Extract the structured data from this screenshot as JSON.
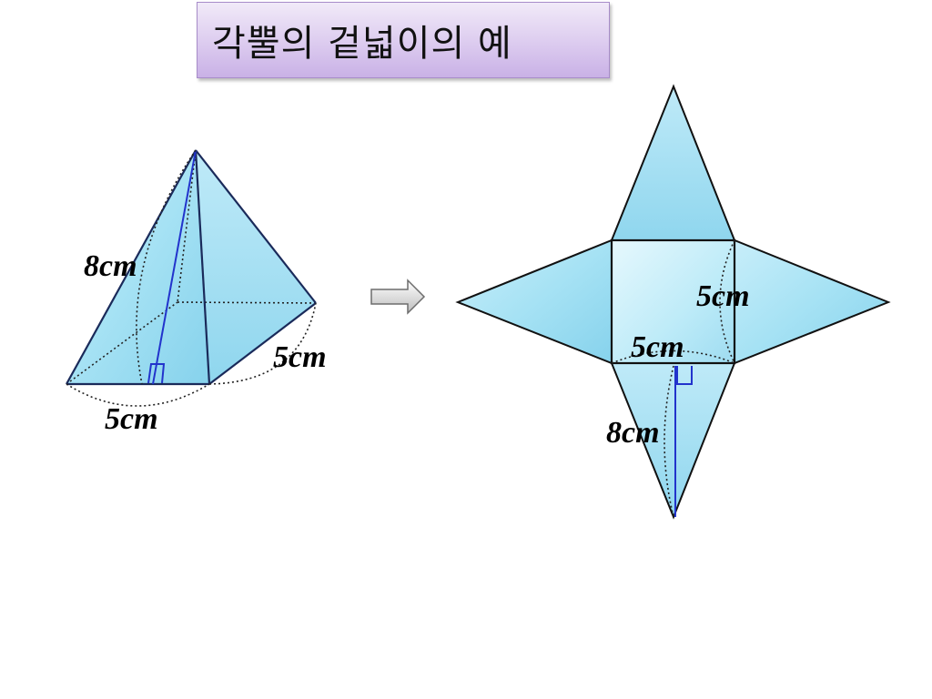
{
  "title": "각뿔의 겉넓이의 예",
  "pyramid": {
    "slant_height_label": "8cm",
    "side_right_label": "5cm",
    "side_front_label": "5cm"
  },
  "net": {
    "square_side_right_label": "5cm",
    "square_side_bottom_label": "5cm",
    "triangle_height_label": "8cm"
  },
  "colors": {
    "face_fill": "#9fdcf0",
    "edge": "#111111",
    "height_line": "#2233cc",
    "title_bg": "#dccbef"
  }
}
